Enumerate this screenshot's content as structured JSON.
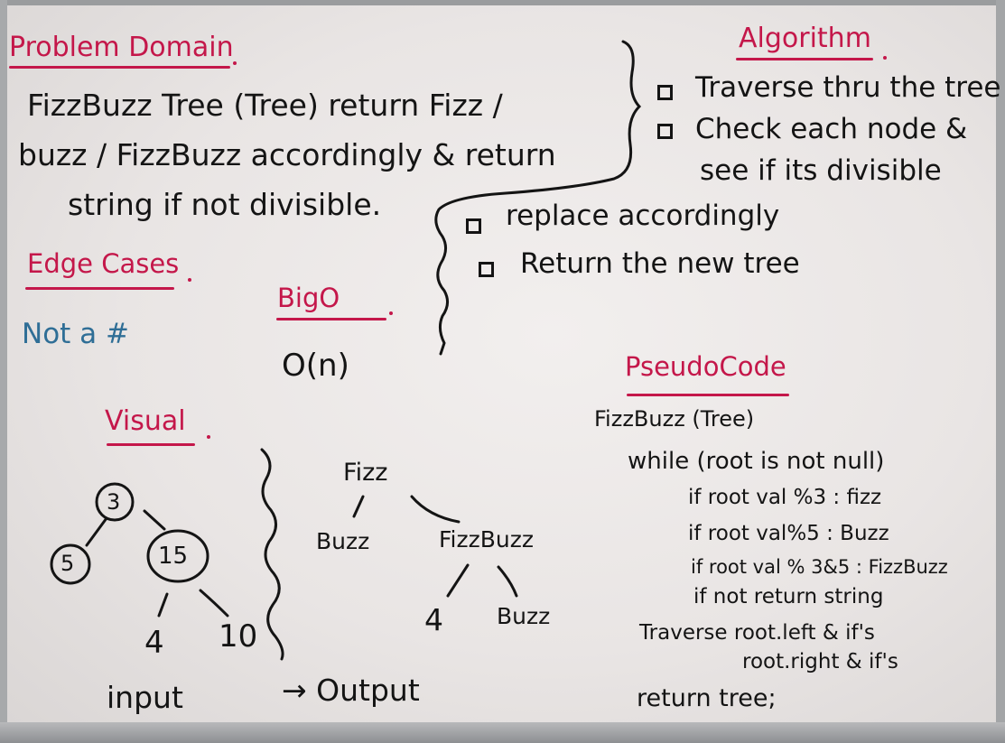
{
  "problem_domain": {
    "heading": "Problem Domain",
    "lines": [
      "FizzBuzz Tree (Tree) return Fizz /",
      "buzz / FizzBuzz accordingly & return",
      "string if not divisible."
    ]
  },
  "algorithm": {
    "heading": "Algorithm",
    "steps": [
      "Traverse thru the tree",
      "Check each node &",
      "see if its divisible",
      "replace accordingly",
      "Return the new tree"
    ]
  },
  "edge_cases": {
    "heading": "Edge Cases",
    "text": "Not a #"
  },
  "big_o": {
    "heading": "BigO",
    "value": "O(n)"
  },
  "visual": {
    "heading": "Visual",
    "input_tree": {
      "root": "3",
      "left": "5",
      "right": "15",
      "right_left": "4",
      "right_right": "10"
    },
    "input_label": "input",
    "arrow_label": "→ Output",
    "output_tree": {
      "root": "Fizz",
      "left": "Buzz",
      "right": "FizzBuzz",
      "right_left": "4",
      "right_right": "Buzz"
    }
  },
  "pseudocode": {
    "heading": "PseudoCode",
    "lines": [
      "FizzBuzz (Tree)",
      "while (root is not null)",
      "if root val %3 : fizz",
      "if root val%5 : Buzz",
      "if root val % 3&5 : FizzBuzz",
      "if not return string",
      "Traverse root.left & if's",
      "root.right & if's",
      "return tree;"
    ]
  },
  "colors": {
    "heading_ink": "#c4174a",
    "body_ink": "#141414",
    "edge_case_ink": "#2f6e96",
    "board": "#ece8e7"
  }
}
